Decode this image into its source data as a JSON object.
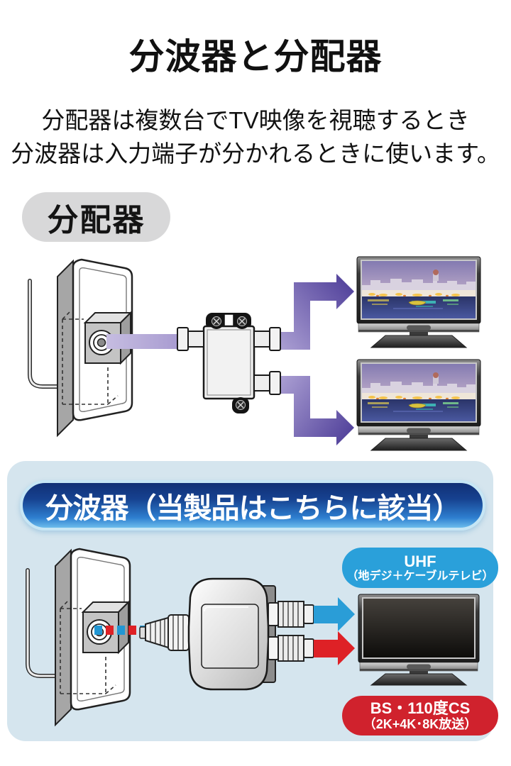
{
  "header": {
    "title": "分波器と分配器"
  },
  "intro": {
    "line1": "分配器は複数台でTV映像を視聴するとき",
    "line2": "分波器は入力端子が分かれるときに使います。"
  },
  "distributor_section": {
    "label": "分配器"
  },
  "splitter_section": {
    "banner": "分波器（当製品はこちらに該当）",
    "uhf_badge": {
      "line1": "UHF",
      "line2": "（地デジ＋ケーブルテレビ）"
    },
    "bs_badge": {
      "line1": "BS・110度CS",
      "line2": "（2K+4K･8K放送）"
    }
  },
  "colors": {
    "panel_blue": "#d5e5ee",
    "banner_blue_top": "#113076",
    "banner_blue_bottom": "#6cbcec",
    "uhf_blue": "#2aa0da",
    "bs_red": "#d0222d",
    "signal_purple_light": "#b4a8d8",
    "signal_purple_dark": "#52429b",
    "pill_gray": "#d8d8d9"
  }
}
